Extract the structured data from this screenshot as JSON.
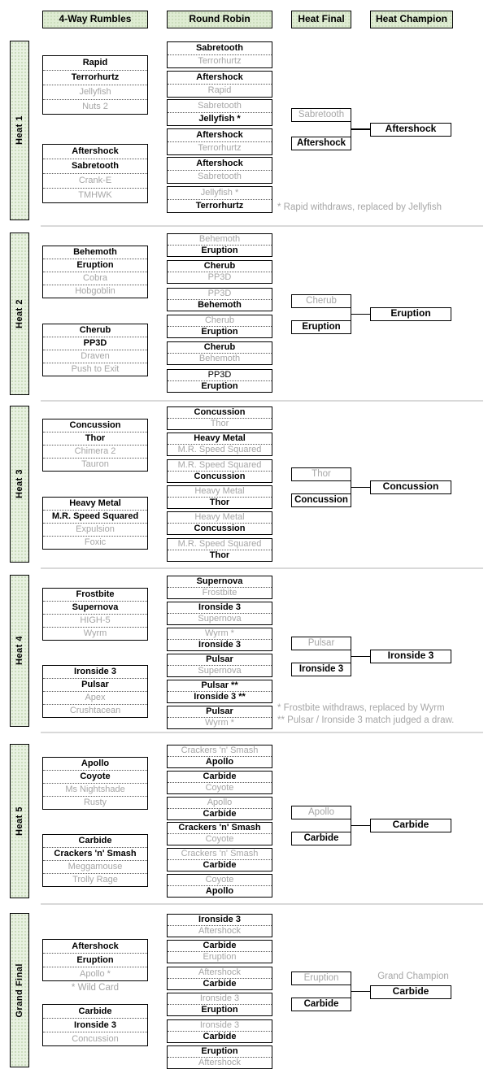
{
  "header": {
    "columns": [
      "4-Way Rumbles",
      "Round Robin",
      "Heat Final",
      "Heat Champion"
    ]
  },
  "colors": {
    "header_green": "#dfecd3",
    "label_bar_green": "#e8f1e1",
    "loser_gray_text": "#a6a6a6",
    "divider_gray": "#d9d9d9",
    "border_black": "#000000"
  },
  "style_legend": {
    "win": "bold black = match/rumble winner",
    "out": "gray = eliminated/lost",
    "plain": "plain black"
  },
  "heats": [
    {
      "label": "Heat 1",
      "rumbles": [
        [
          {
            "n": "Rapid",
            "s": "win"
          },
          {
            "n": "Terrorhurtz",
            "s": "win"
          },
          {
            "n": "Jellyfish",
            "s": "out"
          },
          {
            "n": "Nuts 2",
            "s": "out"
          }
        ],
        [
          {
            "n": "Aftershock",
            "s": "win"
          },
          {
            "n": "Sabretooth",
            "s": "win"
          },
          {
            "n": "Crank-E",
            "s": "out"
          },
          {
            "n": "TMHWK",
            "s": "out"
          }
        ]
      ],
      "round_robin": [
        [
          {
            "n": "Sabretooth",
            "s": "win"
          },
          {
            "n": "Terrorhurtz",
            "s": "out"
          }
        ],
        [
          {
            "n": "Aftershock",
            "s": "win"
          },
          {
            "n": "Rapid",
            "s": "out"
          }
        ],
        [
          {
            "n": "Sabretooth",
            "s": "out"
          },
          {
            "n": "Jellyfish *",
            "s": "win"
          }
        ],
        [
          {
            "n": "Aftershock",
            "s": "win"
          },
          {
            "n": "Terrorhurtz",
            "s": "out"
          }
        ],
        [
          {
            "n": "Aftershock",
            "s": "win"
          },
          {
            "n": "Sabretooth",
            "s": "out"
          }
        ],
        [
          {
            "n": "Jellyfish *",
            "s": "out"
          },
          {
            "n": "Terrorhurtz",
            "s": "win"
          }
        ]
      ],
      "final": [
        {
          "n": "Sabretooth",
          "s": "out"
        },
        {
          "n": "Aftershock",
          "s": "win"
        }
      ],
      "champion": "Aftershock",
      "notes": [
        "* Rapid withdraws, replaced by Jellyfish"
      ]
    },
    {
      "label": "Heat 2",
      "rumbles": [
        [
          {
            "n": "Behemoth",
            "s": "win"
          },
          {
            "n": "Eruption",
            "s": "win"
          },
          {
            "n": "Cobra",
            "s": "out"
          },
          {
            "n": "Hobgoblin",
            "s": "out"
          }
        ],
        [
          {
            "n": "Cherub",
            "s": "win"
          },
          {
            "n": "PP3D",
            "s": "win"
          },
          {
            "n": "Draven",
            "s": "out"
          },
          {
            "n": "Push to Exit",
            "s": "out"
          }
        ]
      ],
      "round_robin": [
        [
          {
            "n": "Behemoth",
            "s": "out"
          },
          {
            "n": "Eruption",
            "s": "win"
          }
        ],
        [
          {
            "n": "Cherub",
            "s": "win"
          },
          {
            "n": "PP3D",
            "s": "out"
          }
        ],
        [
          {
            "n": "PP3D",
            "s": "out"
          },
          {
            "n": "Behemoth",
            "s": "win"
          }
        ],
        [
          {
            "n": "Cherub",
            "s": "out"
          },
          {
            "n": "Eruption",
            "s": "win"
          }
        ],
        [
          {
            "n": "Cherub",
            "s": "win"
          },
          {
            "n": "Behemoth",
            "s": "out"
          }
        ],
        [
          {
            "n": "PP3D",
            "s": "plain"
          },
          {
            "n": "Eruption",
            "s": "win"
          }
        ]
      ],
      "final": [
        {
          "n": "Cherub",
          "s": "out"
        },
        {
          "n": "Eruption",
          "s": "win"
        }
      ],
      "champion": "Eruption",
      "notes": []
    },
    {
      "label": "Heat 3",
      "rumbles": [
        [
          {
            "n": "Concussion",
            "s": "win"
          },
          {
            "n": "Thor",
            "s": "win"
          },
          {
            "n": "Chimera 2",
            "s": "out"
          },
          {
            "n": "Tauron",
            "s": "out"
          }
        ],
        [
          {
            "n": "Heavy Metal",
            "s": "win"
          },
          {
            "n": "M.R. Speed Squared",
            "s": "win"
          },
          {
            "n": "Expulsion",
            "s": "out"
          },
          {
            "n": "Foxic",
            "s": "out"
          }
        ]
      ],
      "round_robin": [
        [
          {
            "n": "Concussion",
            "s": "win"
          },
          {
            "n": "Thor",
            "s": "out"
          }
        ],
        [
          {
            "n": "Heavy Metal",
            "s": "win"
          },
          {
            "n": "M.R. Speed Squared",
            "s": "out"
          }
        ],
        [
          {
            "n": "M.R. Speed Squared",
            "s": "out"
          },
          {
            "n": "Concussion",
            "s": "win"
          }
        ],
        [
          {
            "n": "Heavy Metal",
            "s": "out"
          },
          {
            "n": "Thor",
            "s": "win"
          }
        ],
        [
          {
            "n": "Heavy Metal",
            "s": "out"
          },
          {
            "n": "Concussion",
            "s": "win"
          }
        ],
        [
          {
            "n": "M.R. Speed Squared",
            "s": "out"
          },
          {
            "n": "Thor",
            "s": "win"
          }
        ]
      ],
      "final": [
        {
          "n": "Thor",
          "s": "out"
        },
        {
          "n": "Concussion",
          "s": "win"
        }
      ],
      "champion": "Concussion",
      "notes": []
    },
    {
      "label": "Heat 4",
      "rumbles": [
        [
          {
            "n": "Frostbite",
            "s": "win"
          },
          {
            "n": "Supernova",
            "s": "win"
          },
          {
            "n": "HIGH-5",
            "s": "out"
          },
          {
            "n": "Wyrm",
            "s": "out"
          }
        ],
        [
          {
            "n": "Ironside 3",
            "s": "win"
          },
          {
            "n": "Pulsar",
            "s": "win"
          },
          {
            "n": "Apex",
            "s": "out"
          },
          {
            "n": "Crushtacean",
            "s": "out"
          }
        ]
      ],
      "round_robin": [
        [
          {
            "n": "Supernova",
            "s": "win"
          },
          {
            "n": "Frostbite",
            "s": "out"
          }
        ],
        [
          {
            "n": "Ironside 3",
            "s": "win"
          },
          {
            "n": "Supernova",
            "s": "out"
          }
        ],
        [
          {
            "n": "Wyrm *",
            "s": "out"
          },
          {
            "n": "Ironside 3",
            "s": "win"
          }
        ],
        [
          {
            "n": "Pulsar",
            "s": "win"
          },
          {
            "n": "Supernova",
            "s": "out"
          }
        ],
        [
          {
            "n": "Pulsar **",
            "s": "win"
          },
          {
            "n": "Ironside 3 **",
            "s": "win"
          }
        ],
        [
          {
            "n": "Pulsar",
            "s": "win"
          },
          {
            "n": "Wyrm *",
            "s": "out"
          }
        ]
      ],
      "final": [
        {
          "n": "Pulsar",
          "s": "out"
        },
        {
          "n": "Ironside 3",
          "s": "win"
        }
      ],
      "champion": "Ironside 3",
      "notes": [
        "* Frostbite withdraws, replaced by Wyrm",
        "** Pulsar / Ironside 3 match judged a draw."
      ]
    },
    {
      "label": "Heat 5",
      "rumbles": [
        [
          {
            "n": "Apollo",
            "s": "win"
          },
          {
            "n": "Coyote",
            "s": "win"
          },
          {
            "n": "Ms Nightshade",
            "s": "out"
          },
          {
            "n": "Rusty",
            "s": "out"
          }
        ],
        [
          {
            "n": "Carbide",
            "s": "win"
          },
          {
            "n": "Crackers 'n' Smash",
            "s": "win"
          },
          {
            "n": "Meggamouse",
            "s": "out"
          },
          {
            "n": "Trolly Rage",
            "s": "out"
          }
        ]
      ],
      "round_robin": [
        [
          {
            "n": "Crackers 'n' Smash",
            "s": "out"
          },
          {
            "n": "Apollo",
            "s": "win"
          }
        ],
        [
          {
            "n": "Carbide",
            "s": "win"
          },
          {
            "n": "Coyote",
            "s": "out"
          }
        ],
        [
          {
            "n": "Apollo",
            "s": "out"
          },
          {
            "n": "Carbide",
            "s": "win"
          }
        ],
        [
          {
            "n": "Crackers 'n' Smash",
            "s": "win"
          },
          {
            "n": "Coyote",
            "s": "out"
          }
        ],
        [
          {
            "n": "Crackers 'n' Smash",
            "s": "out"
          },
          {
            "n": "Carbide",
            "s": "win"
          }
        ],
        [
          {
            "n": "Coyote",
            "s": "out"
          },
          {
            "n": "Apollo",
            "s": "win"
          }
        ]
      ],
      "final": [
        {
          "n": "Apollo",
          "s": "out"
        },
        {
          "n": "Carbide",
          "s": "win"
        }
      ],
      "champion": "Carbide",
      "notes": []
    },
    {
      "label": "Grand Final",
      "rumbles": [
        [
          {
            "n": "Aftershock",
            "s": "win"
          },
          {
            "n": "Eruption",
            "s": "win"
          },
          {
            "n": "Apollo *",
            "s": "out"
          }
        ],
        [
          {
            "n": "Carbide",
            "s": "win"
          },
          {
            "n": "Ironside 3",
            "s": "win"
          },
          {
            "n": "Concussion",
            "s": "out"
          }
        ]
      ],
      "rumble_note": "* Wild Card",
      "round_robin": [
        [
          {
            "n": "Ironside 3",
            "s": "win"
          },
          {
            "n": "Aftershock",
            "s": "out"
          }
        ],
        [
          {
            "n": "Carbide",
            "s": "win"
          },
          {
            "n": "Eruption",
            "s": "out"
          }
        ],
        [
          {
            "n": "Aftershock",
            "s": "out"
          },
          {
            "n": "Carbide",
            "s": "win"
          }
        ],
        [
          {
            "n": "Ironside 3",
            "s": "out"
          },
          {
            "n": "Eruption",
            "s": "win"
          }
        ],
        [
          {
            "n": "Ironside 3",
            "s": "out"
          },
          {
            "n": "Carbide",
            "s": "win"
          }
        ],
        [
          {
            "n": "Eruption",
            "s": "win"
          },
          {
            "n": "Aftershock",
            "s": "out"
          }
        ]
      ],
      "final": [
        {
          "n": "Eruption",
          "s": "out"
        },
        {
          "n": "Carbide",
          "s": "win"
        }
      ],
      "champion": "Carbide",
      "champion_label": "Grand Champion",
      "notes": []
    }
  ]
}
